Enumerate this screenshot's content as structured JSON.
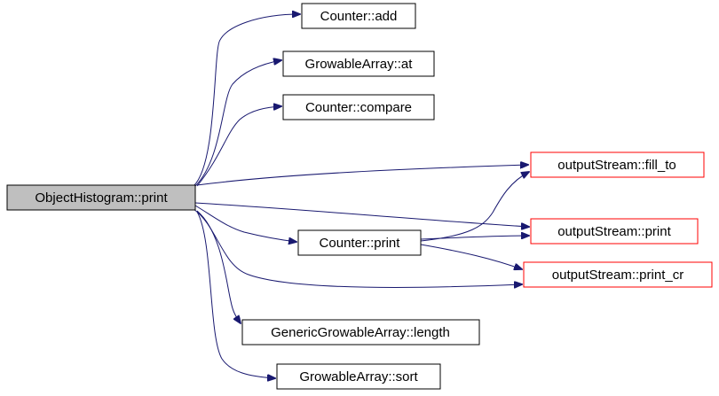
{
  "graph": {
    "root": {
      "id": "root",
      "label": "ObjectHistogram::print"
    },
    "nodes": [
      {
        "id": "counter_add",
        "label": "Counter::add",
        "style": "normal"
      },
      {
        "id": "growable_at",
        "label": "GrowableArray::at",
        "style": "normal"
      },
      {
        "id": "counter_compare",
        "label": "Counter::compare",
        "style": "normal"
      },
      {
        "id": "os_fill_to",
        "label": "outputStream::fill_to",
        "style": "red"
      },
      {
        "id": "counter_print",
        "label": "Counter::print",
        "style": "normal"
      },
      {
        "id": "os_print",
        "label": "outputStream::print",
        "style": "red"
      },
      {
        "id": "os_print_cr",
        "label": "outputStream::print_cr",
        "style": "red"
      },
      {
        "id": "generic_length",
        "label": "GenericGrowableArray::length",
        "style": "normal"
      },
      {
        "id": "growable_sort",
        "label": "GrowableArray::sort",
        "style": "normal"
      }
    ],
    "edges": [
      {
        "from": "root",
        "to": "counter_add"
      },
      {
        "from": "root",
        "to": "growable_at"
      },
      {
        "from": "root",
        "to": "counter_compare"
      },
      {
        "from": "root",
        "to": "os_fill_to"
      },
      {
        "from": "root",
        "to": "os_print"
      },
      {
        "from": "root",
        "to": "counter_print"
      },
      {
        "from": "root",
        "to": "os_print_cr"
      },
      {
        "from": "root",
        "to": "generic_length"
      },
      {
        "from": "root",
        "to": "growable_sort"
      },
      {
        "from": "counter_print",
        "to": "os_fill_to"
      },
      {
        "from": "counter_print",
        "to": "os_print"
      },
      {
        "from": "counter_print",
        "to": "os_print_cr"
      }
    ]
  },
  "colors": {
    "root_fill": "#bfbfbf",
    "node_fill": "#ffffff",
    "node_border": "#000000",
    "red_border": "#ff0000",
    "edge": "#191970"
  }
}
